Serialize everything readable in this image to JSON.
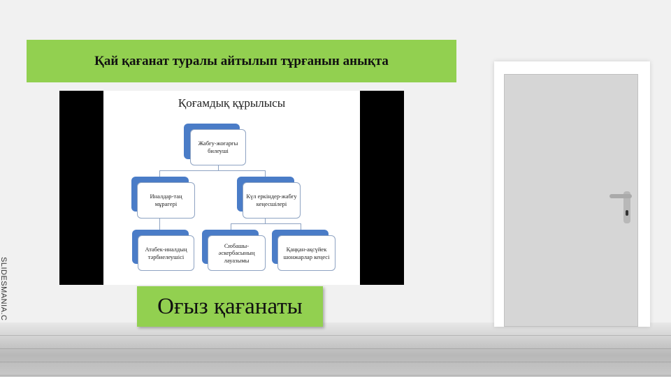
{
  "banner": {
    "text": "Қай қағанат туралы айтылып тұрғанын анықта"
  },
  "slide": {
    "title": "Қоғамдық құрылысы",
    "nodes": [
      "Жабғу-жоғарғы билеуші",
      "Иналдар-таң мұрагері",
      "Күл еркіндер-жабғу кеңесшілері",
      "Атабек-иналдың тәрбиелеушісі",
      "Сюбашы-әскербасының лауазымы",
      "Қаңқан-ақсүйек шонжарлар кеңесі"
    ]
  },
  "answer": {
    "text": "Оғыз қағанаты"
  },
  "watermark": "SLIDESMANIA.C",
  "colors": {
    "green": "#92d050",
    "node_shadow": "#4a7cc7"
  }
}
